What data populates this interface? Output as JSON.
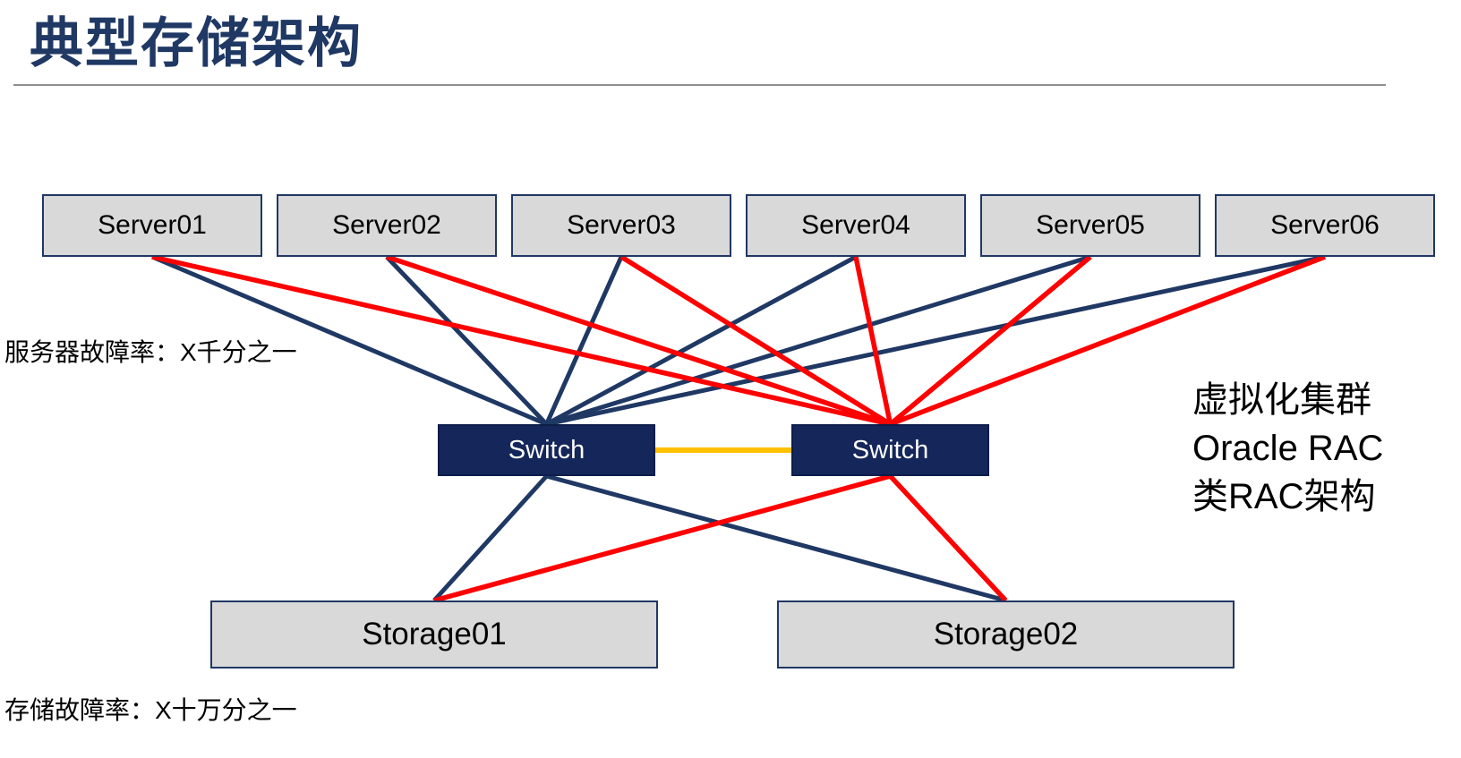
{
  "title": "典型存储架构",
  "colors": {
    "navy": "#1F3864",
    "red": "#FE0000",
    "link_yellow": "#FFC000",
    "node_fill": "#D9D9D9",
    "switch_fill": "#14265A",
    "title_navy": "#1F3864",
    "divider_gray": "#8F8F8F"
  },
  "servers": [
    {
      "id": "server01",
      "label": "Server01"
    },
    {
      "id": "server02",
      "label": "Server02"
    },
    {
      "id": "server03",
      "label": "Server03"
    },
    {
      "id": "server04",
      "label": "Server04"
    },
    {
      "id": "server05",
      "label": "Server05"
    },
    {
      "id": "server06",
      "label": "Server06"
    }
  ],
  "switches": [
    {
      "id": "switch-left",
      "label": "Switch"
    },
    {
      "id": "switch-right",
      "label": "Switch"
    }
  ],
  "storages": [
    {
      "id": "storage01",
      "label": "Storage01"
    },
    {
      "id": "storage02",
      "label": "Storage02"
    }
  ],
  "annotations": {
    "server_failure_rate": "服务器故障率：X千分之一",
    "storage_failure_rate": "存储故障率：X十万分之一",
    "right_note_lines": [
      "虚拟化集群",
      "Oracle RAC",
      "类RAC架构"
    ]
  },
  "edges": [
    {
      "from": "server01",
      "to": "switch-left",
      "color": "navy"
    },
    {
      "from": "server02",
      "to": "switch-left",
      "color": "navy"
    },
    {
      "from": "server03",
      "to": "switch-left",
      "color": "navy"
    },
    {
      "from": "server04",
      "to": "switch-left",
      "color": "navy"
    },
    {
      "from": "server05",
      "to": "switch-left",
      "color": "navy"
    },
    {
      "from": "server06",
      "to": "switch-left",
      "color": "navy"
    },
    {
      "from": "switch-left",
      "to": "storage01",
      "color": "navy"
    },
    {
      "from": "switch-left",
      "to": "storage02",
      "color": "navy"
    },
    {
      "from": "server01",
      "to": "switch-right",
      "color": "red"
    },
    {
      "from": "server02",
      "to": "switch-right",
      "color": "red"
    },
    {
      "from": "server03",
      "to": "switch-right",
      "color": "red"
    },
    {
      "from": "server04",
      "to": "switch-right",
      "color": "red"
    },
    {
      "from": "server05",
      "to": "switch-right",
      "color": "red"
    },
    {
      "from": "server06",
      "to": "switch-right",
      "color": "red"
    },
    {
      "from": "switch-right",
      "to": "storage01",
      "color": "red"
    },
    {
      "from": "switch-right",
      "to": "storage02",
      "color": "red"
    },
    {
      "from": "switch-left",
      "to": "switch-right",
      "color": "link_yellow",
      "style": "inter-switch"
    }
  ]
}
